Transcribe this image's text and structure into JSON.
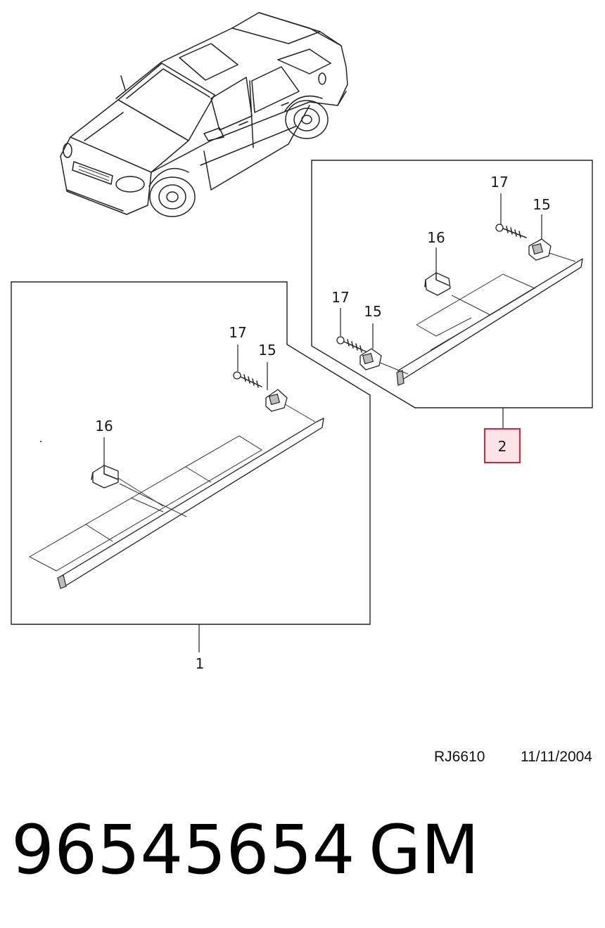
{
  "callouts": {
    "assembly_1": "1",
    "assembly_2": "2",
    "clip_15": "15",
    "clip_16": "16",
    "screw_17": "17"
  },
  "reference": {
    "code": "RJ6610",
    "date": "11/11/2004"
  },
  "part": {
    "number": "96545654",
    "brand": "GM"
  },
  "colors": {
    "highlight_fill": "#fbe3e8",
    "highlight_stroke": "#e0203c",
    "line": "#222222"
  }
}
